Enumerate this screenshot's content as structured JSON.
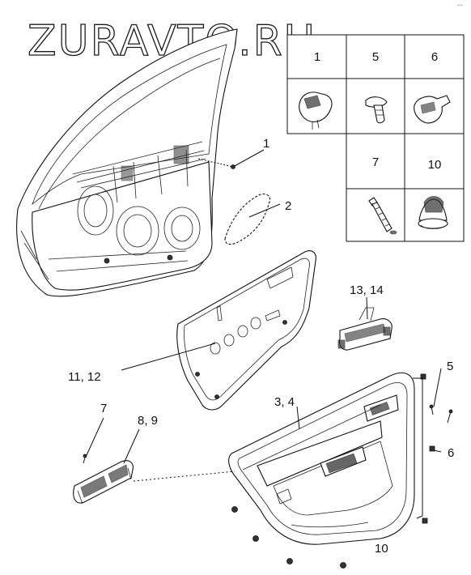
{
  "watermark": "ZURAVTO.RU",
  "corner_mark": "⌐⌐",
  "callouts": {
    "c1": "1",
    "c2": "2",
    "c3_4": "3, 4",
    "c5": "5",
    "c6": "6",
    "c7": "7",
    "c8_9": "8, 9",
    "c10": "10",
    "c11_12": "11, 12",
    "c13_14": "13, 14"
  },
  "fastener_table": {
    "row1_headers": [
      "1",
      "5",
      "6"
    ],
    "row2_headers": [
      "7",
      "10"
    ]
  },
  "icons": {
    "door_frame": "door-inner-frame-icon",
    "vapor_sheet": "water-shield-sheet-icon",
    "trim_insulator": "trim-insulator-panel-icon",
    "trim_panel": "door-trim-panel-icon",
    "inner_handle": "inner-door-handle-icon",
    "switch_panel": "window-switch-panel-icon",
    "clip_1": "retaining-clip-icon",
    "clip_5": "push-pin-clip-icon",
    "clip_6": "wire-clip-icon",
    "clip_7": "screw-icon",
    "clip_10": "plastic-grommet-icon"
  }
}
